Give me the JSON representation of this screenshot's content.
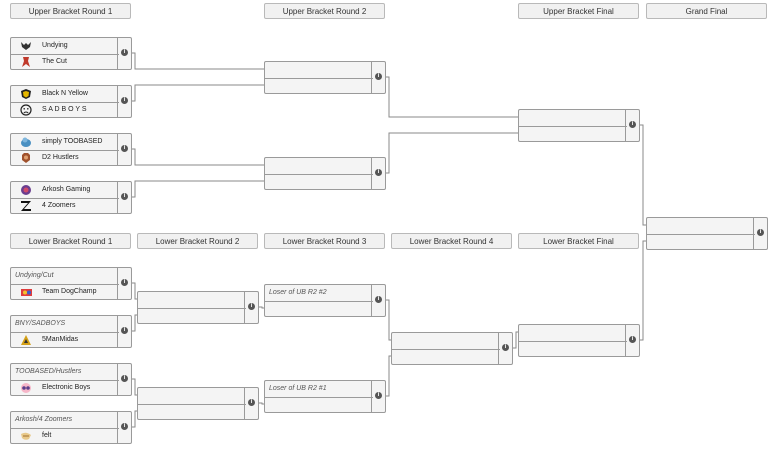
{
  "headers": {
    "ub_r1": "Upper Bracket Round 1",
    "ub_r2": "Upper Bracket Round 2",
    "ub_final": "Upper Bracket Final",
    "grand_final": "Grand Final",
    "lb_r1": "Lower Bracket Round 1",
    "lb_r2": "Lower Bracket Round 2",
    "lb_r3": "Lower Bracket Round 3",
    "lb_r4": "Lower Bracket Round 4",
    "lb_final": "Lower Bracket Final"
  },
  "upper_r1": [
    {
      "top": {
        "name": "Undying",
        "icon": "undying-logo-icon"
      },
      "bottom": {
        "name": "The Cut",
        "icon": "the-cut-logo-icon"
      }
    },
    {
      "top": {
        "name": "Black N Yellow",
        "icon": "black-n-yellow-logo-icon"
      },
      "bottom": {
        "name": "S A D B O Y S",
        "icon": "sad-face-icon"
      }
    },
    {
      "top": {
        "name": "simply TOOBASED",
        "icon": "simply-toobased-logo-icon"
      },
      "bottom": {
        "name": "D2 Hustlers",
        "icon": "d2-hustlers-logo-icon"
      }
    },
    {
      "top": {
        "name": "Arkosh Gaming",
        "icon": "arkosh-gaming-logo-icon"
      },
      "bottom": {
        "name": "4 Zoomers",
        "icon": "4-zoomers-logo-icon"
      }
    }
  ],
  "lower_r1": [
    {
      "top": {
        "name": "Undying/Cut"
      },
      "bottom": {
        "name": "Team DogChamp",
        "icon": "team-dogchamp-logo-icon"
      }
    },
    {
      "top": {
        "name": "BNY/SADBOYS"
      },
      "bottom": {
        "name": "5ManMidas",
        "icon": "5manmidas-logo-icon"
      }
    },
    {
      "top": {
        "name": "TOOBASED/Hustlers"
      },
      "bottom": {
        "name": "Electronic Boys",
        "icon": "electronic-boys-logo-icon"
      }
    },
    {
      "top": {
        "name": "Arkosh/4 Zoomers"
      },
      "bottom": {
        "name": "felt",
        "icon": "felt-logo-icon"
      }
    }
  ],
  "lower_r3": [
    {
      "top": {
        "name": "Loser of UB R2 #2"
      }
    },
    {
      "top": {
        "name": "Loser of UB R2 #1"
      }
    }
  ],
  "info_glyph": "i"
}
